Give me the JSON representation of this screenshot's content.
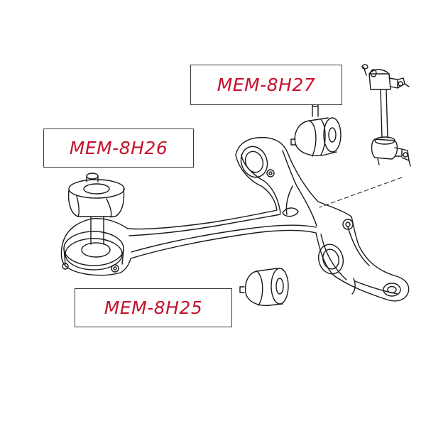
{
  "labels": {
    "h27": "MEM-8H27",
    "h26": "MEM-8H26",
    "h25": "MEM-8H25"
  },
  "colors": {
    "label_text": "#c4122f",
    "line": "#1a1a1a",
    "background": "#ffffff"
  }
}
